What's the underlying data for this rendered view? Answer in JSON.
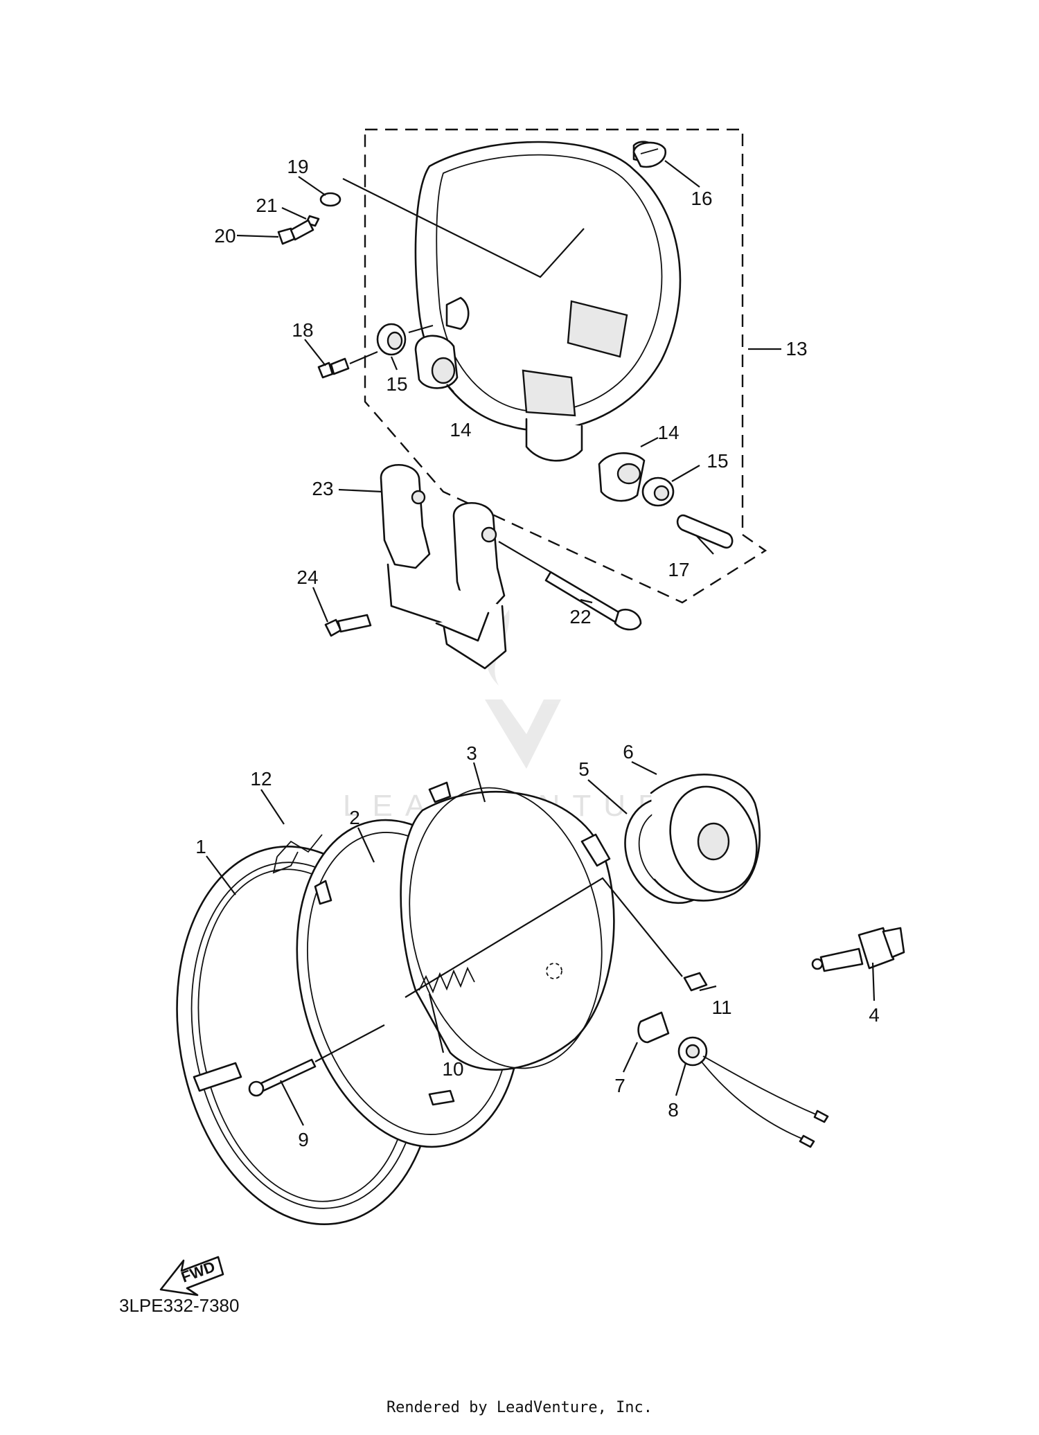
{
  "diagram": {
    "code": "3LPE332-7380",
    "credit": "Rendered by LeadVenture, Inc.",
    "watermark": "LEADVENTURE",
    "fwd_label": "FWD",
    "callouts": [
      "1",
      "2",
      "3",
      "4",
      "5",
      "6",
      "7",
      "8",
      "9",
      "10",
      "11",
      "12",
      "13",
      "14",
      "14",
      "15",
      "15",
      "16",
      "17",
      "18",
      "19",
      "20",
      "21",
      "22",
      "23",
      "24"
    ]
  }
}
